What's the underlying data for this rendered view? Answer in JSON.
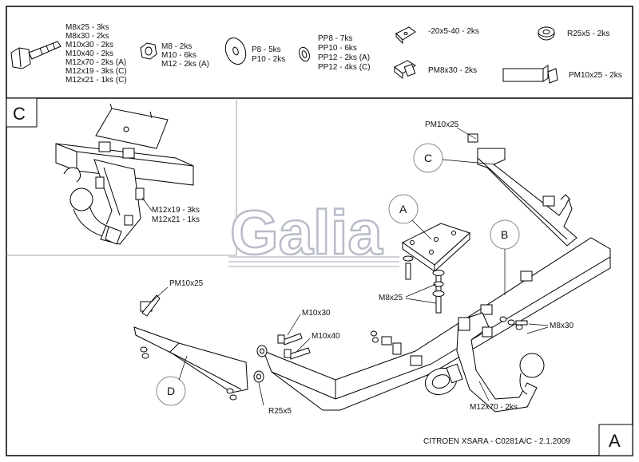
{
  "parts": {
    "bolts": [
      "M8x25 - 3ks",
      "M8x30 - 2ks",
      "M10x30 - 2ks",
      "M10x40 - 2ks",
      "M12x70 - 2ks (A)",
      "M12x19 - 3ks (C)",
      "M12x21 - 1ks (C)"
    ],
    "nuts": [
      "M8 - 2ks",
      "M10 - 6ks",
      "M12 - 2ks (A)"
    ],
    "washers": [
      "P8 - 5ks",
      "P10 - 2ks"
    ],
    "spring_washers": [
      "PP8 - 7ks",
      "PP10 - 6ks",
      "PP12 - 2ks (A)",
      "PP12 - 4ks (C)"
    ],
    "plate": "-20x5-40 - 2ks",
    "spacer": "R25x5 - 2ks",
    "plate_bolt": "PM8x30 - 2ks",
    "bracket_bolt": "PM10x25 - 2ks"
  },
  "detail_c": {
    "label": "C",
    "callouts": [
      "M12x19 - 3ks",
      "M12x21 - 1ks"
    ]
  },
  "assembly": {
    "circle_labels": [
      "A",
      "B",
      "C",
      "D"
    ],
    "callouts": {
      "pm10x25_top": "PM10x25",
      "pm10x25_left": "PM10x25",
      "m10x30": "M10x30",
      "m10x40": "M10x40",
      "m8x25": "M8x25",
      "m8x30": "M8x30",
      "m12x70": "M12x70 - 2ks",
      "r25x5": "R25x5"
    }
  },
  "logo": {
    "text": "Galia"
  },
  "footer": {
    "model": "CITROEN XSARA - C0281A/C - 2.1.2009",
    "sheet_label": "A"
  }
}
